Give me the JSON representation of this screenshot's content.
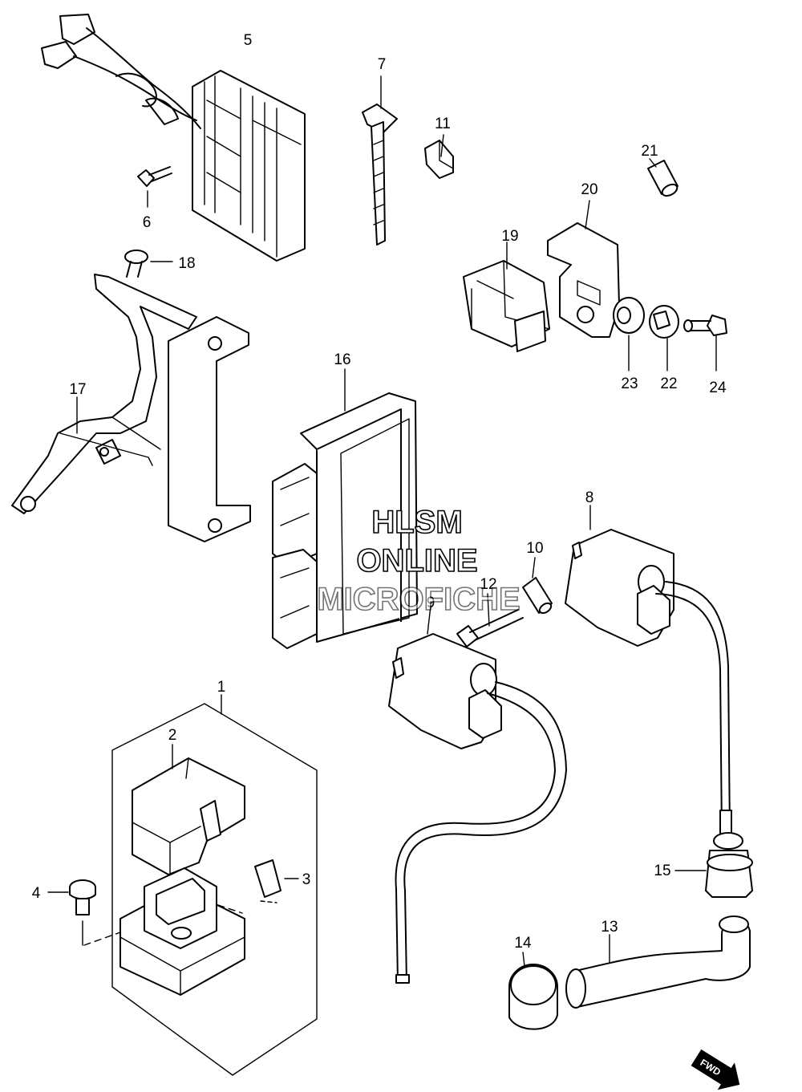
{
  "diagram": {
    "callouts": [
      {
        "id": "c1",
        "label": "1"
      },
      {
        "id": "c2",
        "label": "2"
      },
      {
        "id": "c3",
        "label": "3"
      },
      {
        "id": "c4",
        "label": "4"
      },
      {
        "id": "c5",
        "label": "5"
      },
      {
        "id": "c6",
        "label": "6"
      },
      {
        "id": "c7",
        "label": "7"
      },
      {
        "id": "c8",
        "label": "8"
      },
      {
        "id": "c9",
        "label": "9"
      },
      {
        "id": "c10",
        "label": "10"
      },
      {
        "id": "c11",
        "label": "11"
      },
      {
        "id": "c12",
        "label": "12"
      },
      {
        "id": "c13",
        "label": "13"
      },
      {
        "id": "c14",
        "label": "14"
      },
      {
        "id": "c15",
        "label": "15"
      },
      {
        "id": "c16",
        "label": "16"
      },
      {
        "id": "c17",
        "label": "17"
      },
      {
        "id": "c18",
        "label": "18"
      },
      {
        "id": "c19",
        "label": "19"
      },
      {
        "id": "c20",
        "label": "20"
      },
      {
        "id": "c21",
        "label": "21"
      },
      {
        "id": "c22",
        "label": "22"
      },
      {
        "id": "c23",
        "label": "23"
      },
      {
        "id": "c24",
        "label": "24"
      }
    ],
    "watermark": [
      "HLSM",
      "ONLINE",
      "MICROFICHE"
    ],
    "direction_badge": "FWD"
  }
}
